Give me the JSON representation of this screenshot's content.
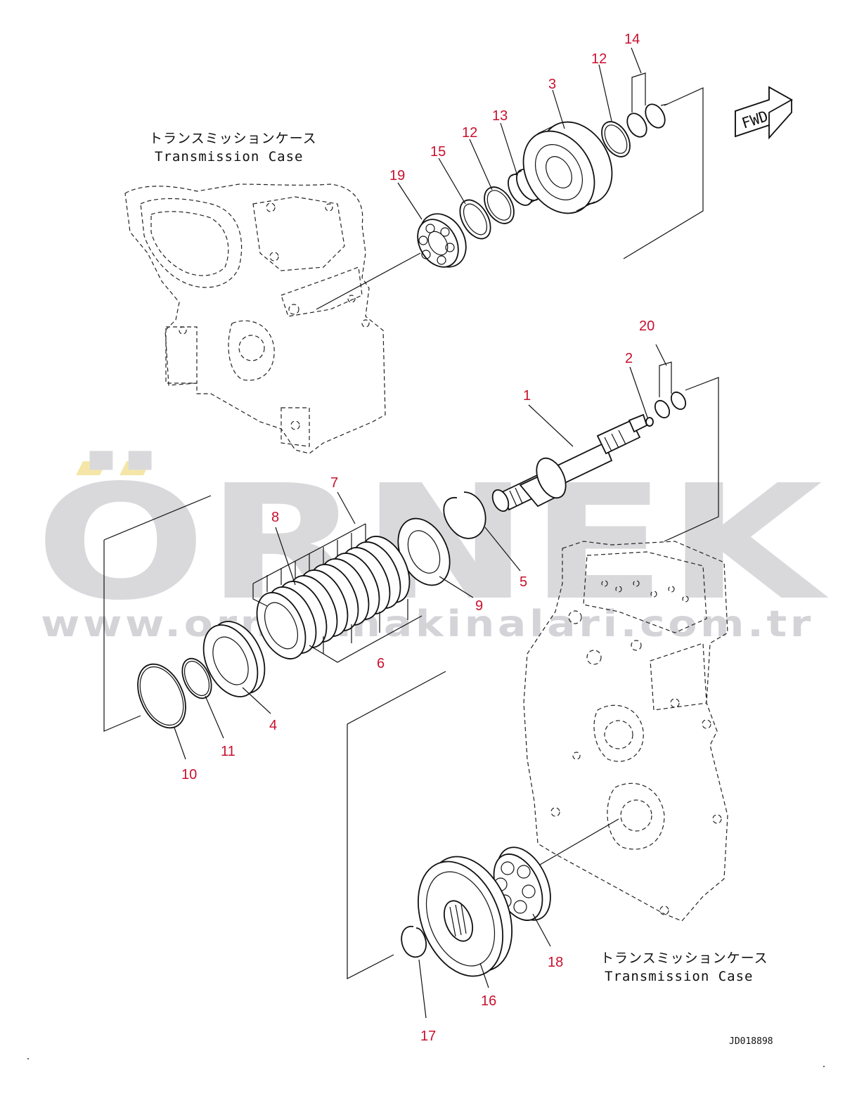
{
  "case_top": {
    "japanese": "トランスミッションケース",
    "english": "Transmission Case"
  },
  "case_bottom": {
    "japanese": "トランスミッションケース",
    "english": "Transmission Case"
  },
  "direction_arrow": "FWD",
  "drawing_number": "JD018898",
  "watermark": {
    "brand": "ÖRNEK",
    "url": "www.ornekmakinalari.com.tr"
  },
  "part_labels": [
    {
      "id": "l14",
      "text": "14"
    },
    {
      "id": "l12a",
      "text": "12"
    },
    {
      "id": "l3",
      "text": "3"
    },
    {
      "id": "l13",
      "text": "13"
    },
    {
      "id": "l12b",
      "text": "12"
    },
    {
      "id": "l15",
      "text": "15"
    },
    {
      "id": "l19",
      "text": "19"
    },
    {
      "id": "l20",
      "text": "20"
    },
    {
      "id": "l2",
      "text": "2"
    },
    {
      "id": "l1",
      "text": "1"
    },
    {
      "id": "l7",
      "text": "7"
    },
    {
      "id": "l8",
      "text": "8"
    },
    {
      "id": "l5",
      "text": "5"
    },
    {
      "id": "l9",
      "text": "9"
    },
    {
      "id": "l6",
      "text": "6"
    },
    {
      "id": "l4",
      "text": "4"
    },
    {
      "id": "l11",
      "text": "11"
    },
    {
      "id": "l10",
      "text": "10"
    },
    {
      "id": "l18",
      "text": "18"
    },
    {
      "id": "l16",
      "text": "16"
    },
    {
      "id": "l17",
      "text": "17"
    }
  ],
  "colors": {
    "label": "#c8102e",
    "line": "#111111",
    "watermark": "#d9d9dc",
    "watermark_accent": "#f5e6a8"
  }
}
